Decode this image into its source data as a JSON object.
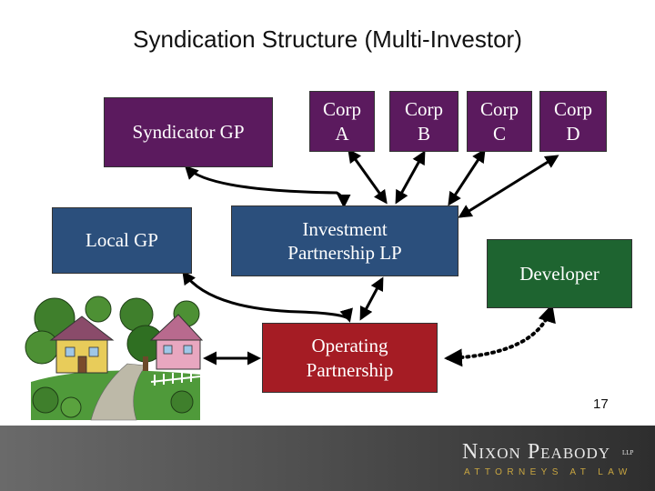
{
  "title": "Syndication Structure (Multi-Investor)",
  "boxes": {
    "syndicator_gp": "Syndicator GP",
    "local_gp": "Local GP",
    "corp_a": "Corp\nA",
    "corp_b": "Corp\nB",
    "corp_c": "Corp\nC",
    "corp_d": "Corp\nD",
    "investment_partnership": "Investment\nPartnership LP",
    "developer": "Developer",
    "operating_partnership": "Operating\nPartnership"
  },
  "page_number": "17",
  "footer": {
    "firm_name": "Nixon Peabody",
    "firm_suffix": "LLP",
    "tagline": "ATTORNEYS AT LAW"
  },
  "colors": {
    "purple": "#5b1a5e",
    "blue": "#2b4f7c",
    "green": "#1e6430",
    "red": "#a51c24",
    "gold": "#c9a640"
  }
}
